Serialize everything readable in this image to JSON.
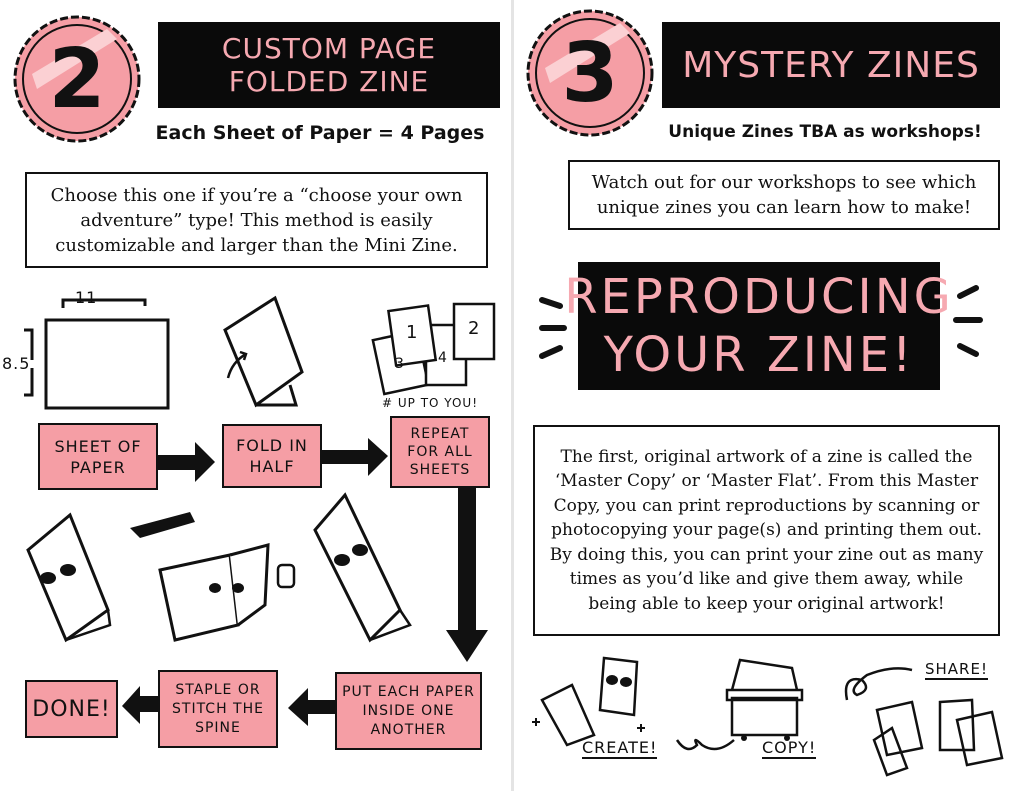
{
  "left": {
    "number": "2",
    "title": "CUSTOM PAGE FOLDED ZINE",
    "subtitle": "Each Sheet of Paper = 4 Pages",
    "description": "Choose this one if you’re a “choose your own adventure” type! This method is easily customizable and larger than the Mini Zine.",
    "dim_width": "11",
    "dim_height": "8.5",
    "page_numbers": [
      "1",
      "2",
      "3",
      "4"
    ],
    "up_to_you": "# UP TO YOU!",
    "steps": [
      "SHEET OF\nPAPER",
      "FOLD IN\nHALF",
      "REPEAT\nFOR ALL\nSHEETS",
      "PUT EACH PAPER\nINSIDE ONE\nANOTHER",
      "STAPLE OR\nSTITCH THE\nSPINE",
      "DONE!"
    ]
  },
  "right": {
    "number": "3",
    "title": "MYSTERY ZINES",
    "subtitle": "Unique Zines TBA as workshops!",
    "description": "Watch out for our workshops to see which unique zines you can learn how to make!",
    "section_title_line1": "REPRODUCING",
    "section_title_line2": "YOUR ZINE!",
    "body": "The first, original artwork of a zine is called the ‘Master Copy’ or ‘Master Flat’. From this Master Copy, you can print reproductions by scanning or photocopying your page(s) and printing them out. By doing this, you can print your zine out as many times as you’d like and give them away, while being able to keep your original artwork!",
    "labels": [
      "CREATE!",
      "COPY!",
      "SHARE!"
    ]
  },
  "colors": {
    "pink": "#f59ea5",
    "black": "#0a0a0a",
    "banner_text": "#f6a9b1"
  }
}
